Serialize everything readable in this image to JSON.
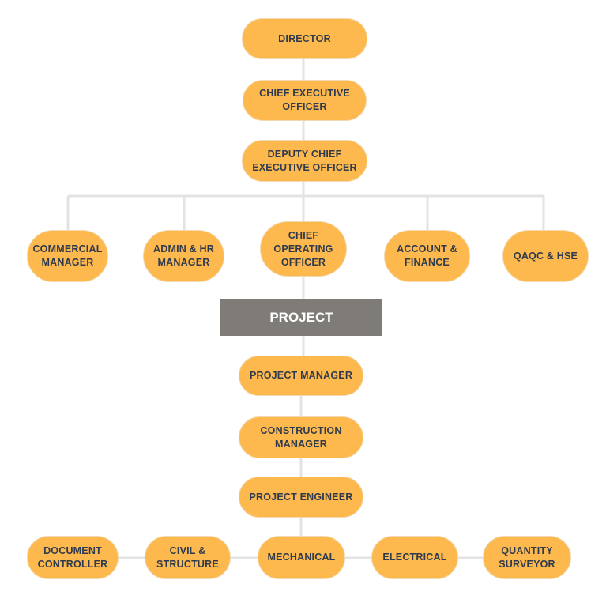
{
  "nodes": {
    "director": "DIRECTOR",
    "ceo": "CHIEF EXECUTIVE\nOFFICER",
    "deputy_ceo": "DEPUTY CHIEF\nEXECUTIVE OFFICER",
    "commercial": "COMMERCIAL\nMANAGER",
    "admin_hr": "ADMIN & HR\nMANAGER",
    "coo": "CHIEF\nOPERATING\nOFFICER",
    "account_finance": "ACCOUNT &\nFINANCE",
    "qaqc": "QAQC & HSE",
    "project_manager": "PROJECT MANAGER",
    "construction_manager": "CONSTRUCTION\nMANAGER",
    "project_engineer": "PROJECT ENGINEER",
    "document_controller": "DOCUMENT\nCONTROLLER",
    "civil": "CIVIL &\nSTRUCTURE",
    "mechanical": "MECHANICAL",
    "electrical": "ELECTRICAL",
    "quantity_surveyor": "QUANTITY\nSURVEYOR"
  },
  "section": {
    "project": "PROJECT"
  },
  "colors": {
    "node_fill": "#fdb94e",
    "node_text": "#2f3b4d",
    "band_fill": "#7f7b76",
    "connector": "#e6e6e6"
  }
}
